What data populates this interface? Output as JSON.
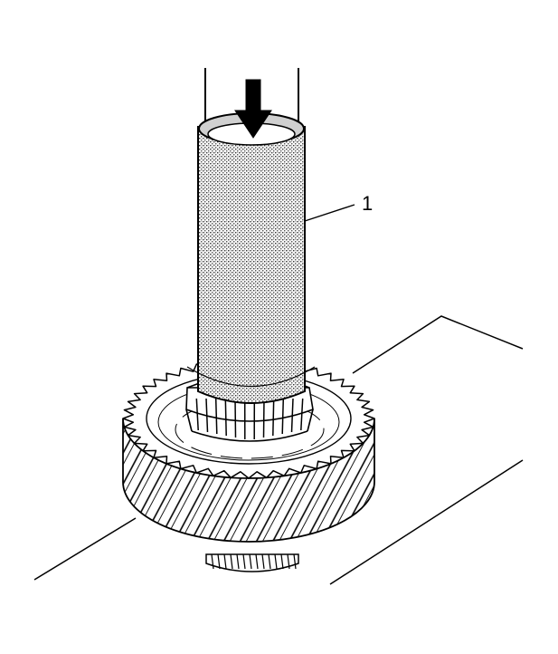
{
  "callouts": [
    {
      "number": "1",
      "part": "installer-tool"
    }
  ],
  "gear": {
    "teeth": 44
  },
  "bearing": {
    "rollers": 12
  },
  "colors": {
    "line": "#000000",
    "background": "#ffffff",
    "tool_shading": "#b8b8b8"
  },
  "icons": [
    "press-direction-arrow-icon"
  ]
}
